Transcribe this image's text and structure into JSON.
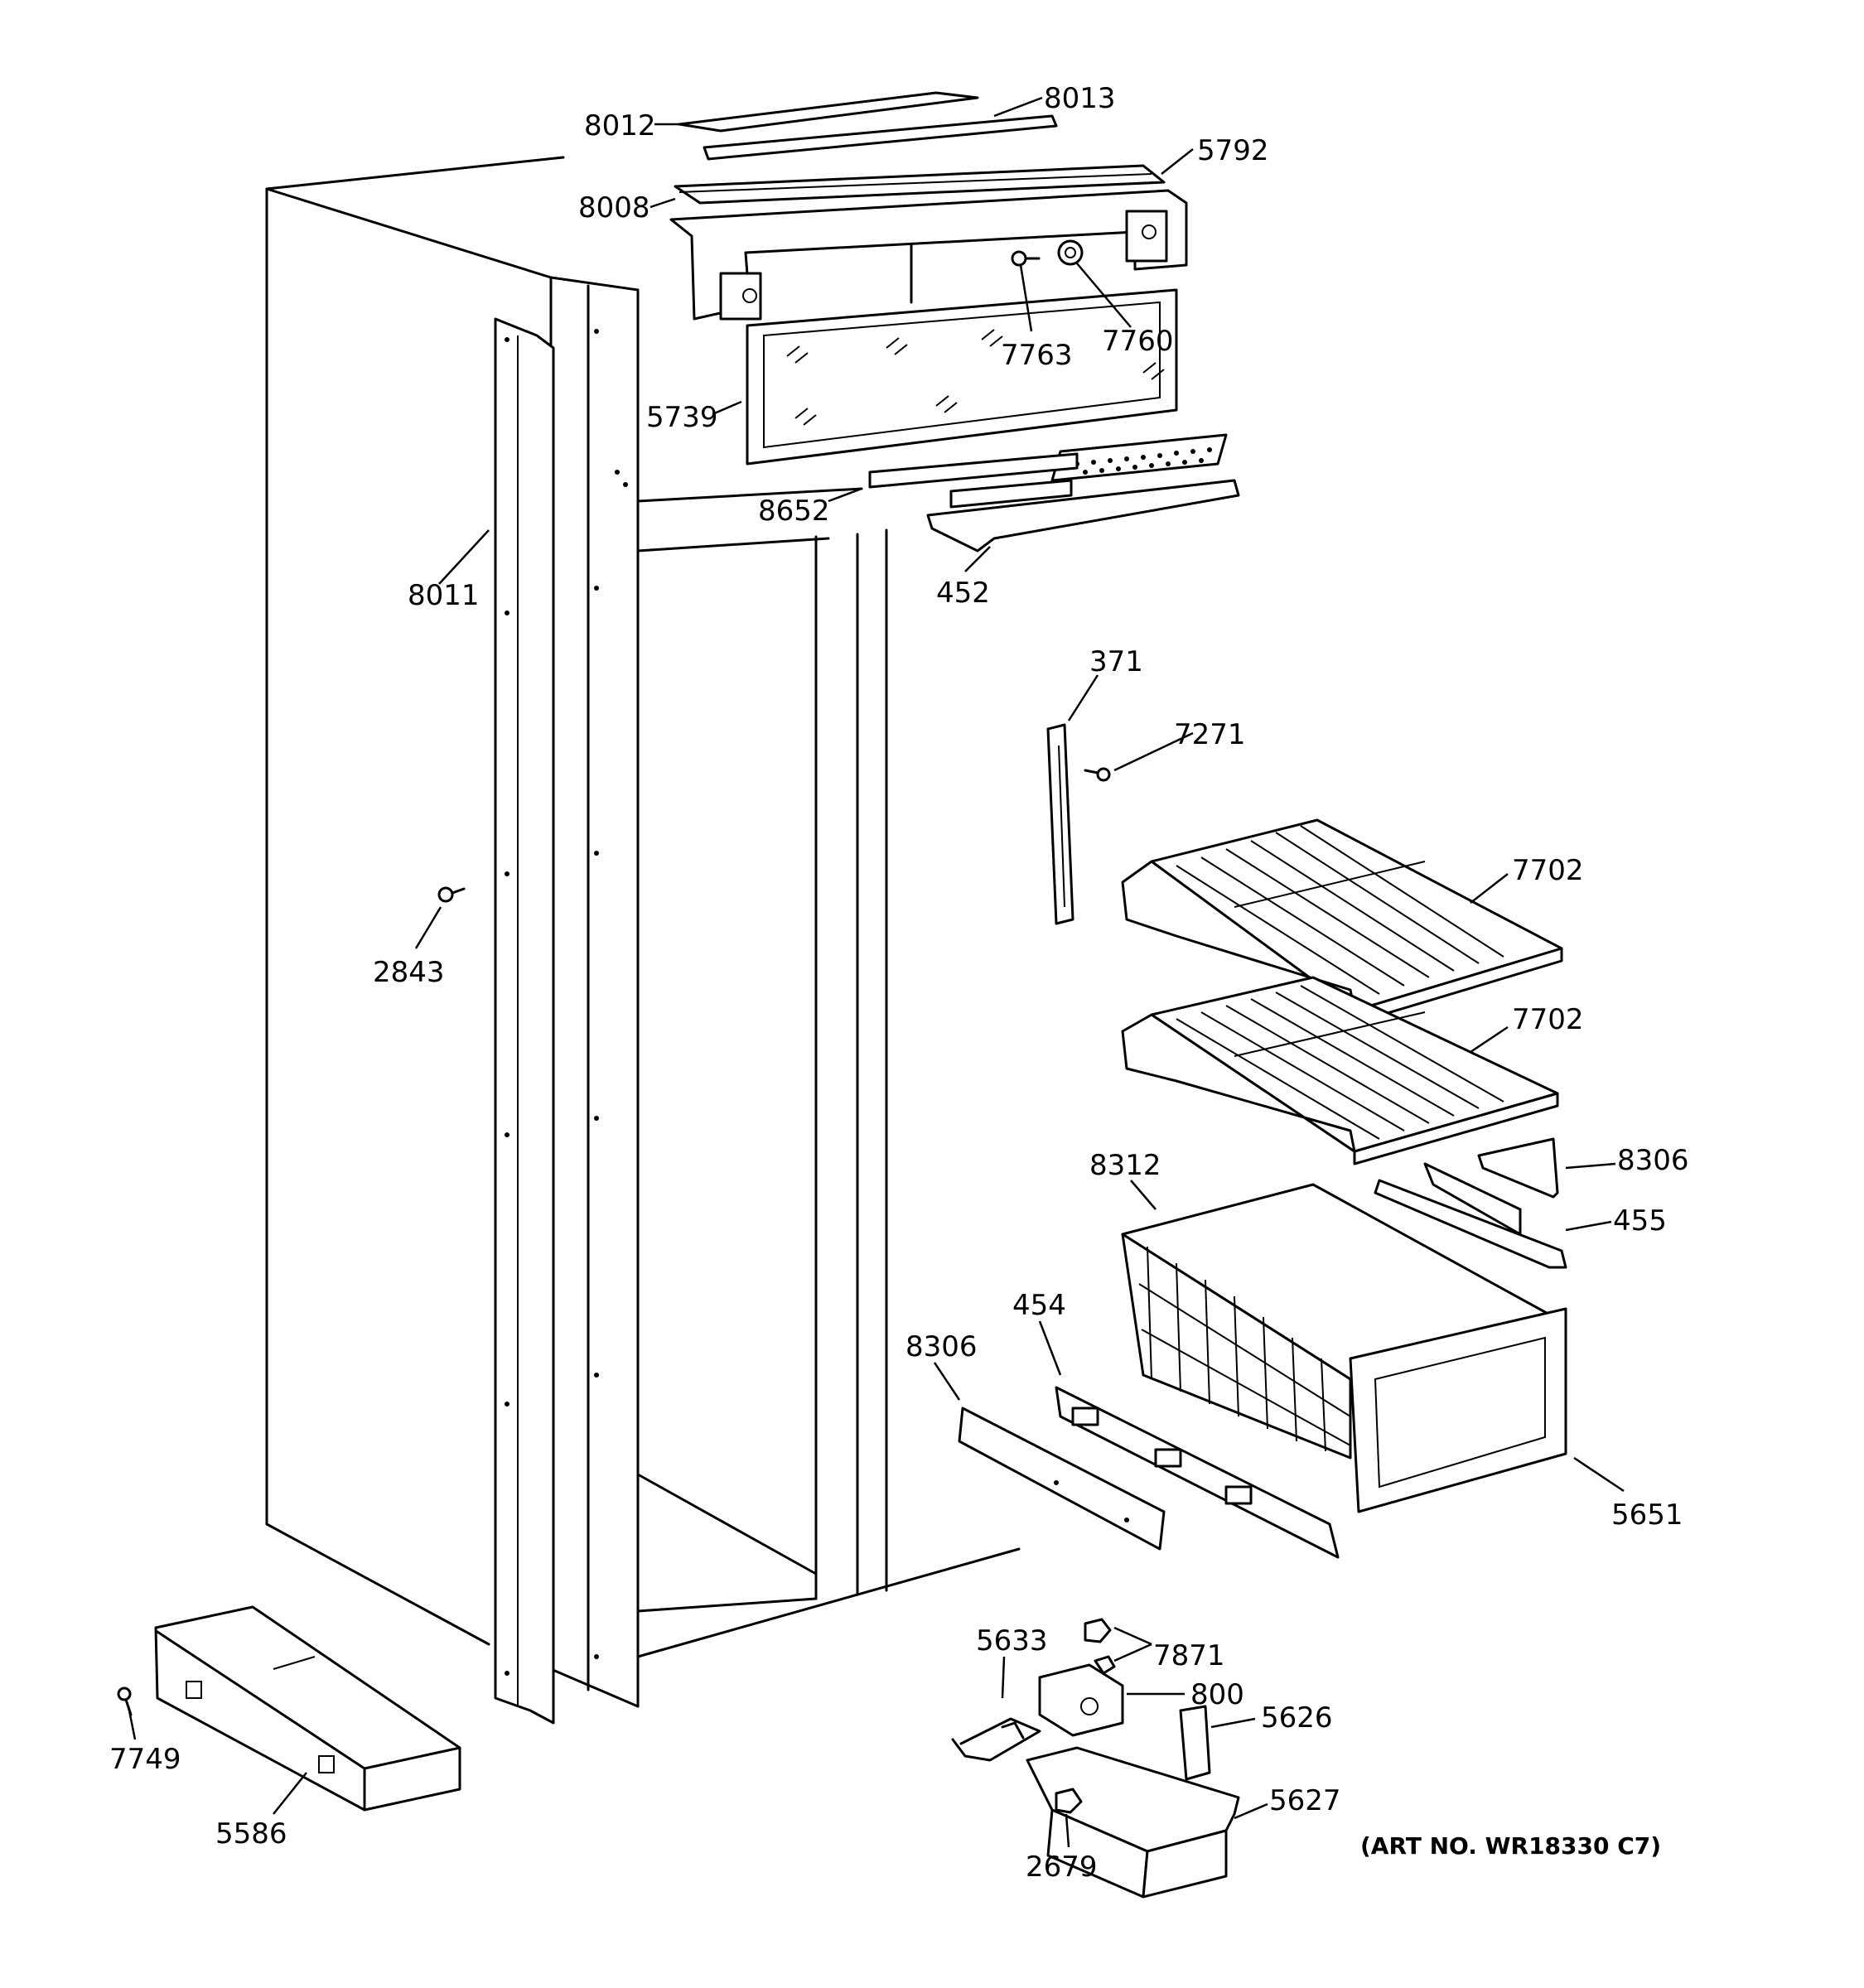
{
  "diagram": {
    "labels": {
      "p8012": "8012",
      "p8013": "8013",
      "p5792": "5792",
      "p8008": "8008",
      "p7763": "7763",
      "p7760": "7760",
      "p5739": "5739",
      "p8652": "8652",
      "p452": "452",
      "p8011": "8011",
      "p371": "371",
      "p7271": "7271",
      "p7702a": "7702",
      "p7702b": "7702",
      "p2843": "2843",
      "p8312": "8312",
      "p8306a": "8306",
      "p455": "455",
      "p454": "454",
      "p8306b": "8306",
      "p5651": "5651",
      "p5633": "5633",
      "p7871": "7871",
      "p800": "800",
      "p5626": "5626",
      "p5627": "5627",
      "p2679": "2679",
      "p7749": "7749",
      "p5586": "5586"
    },
    "art_number": "(ART NO. WR18330 C7)"
  }
}
